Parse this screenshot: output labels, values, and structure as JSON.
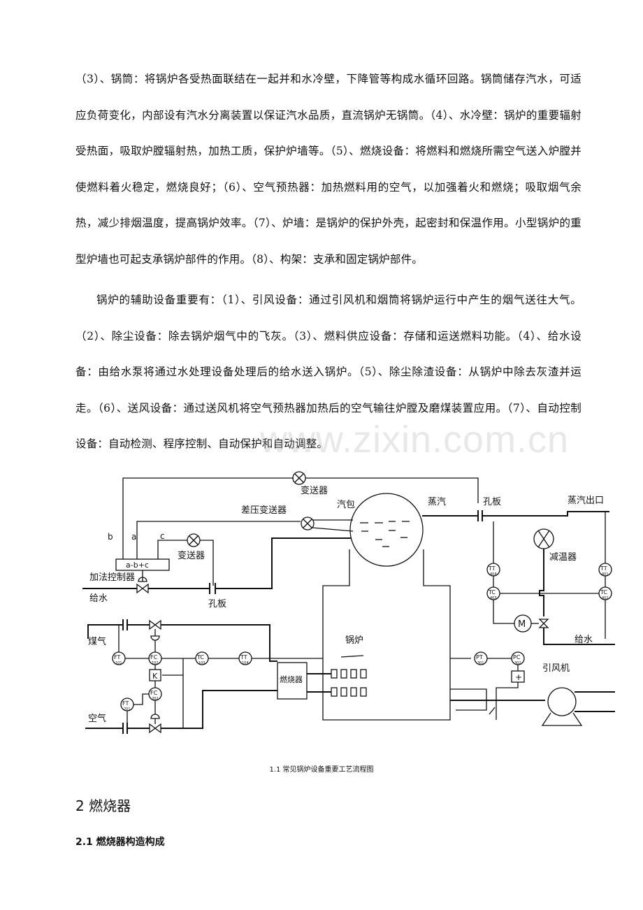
{
  "paragraphs": [
    "（3）、锅筒：将锅炉各受热面联结在一起并和水冷壁，下降管等构成水循环回路。锅筒储存汽水，可适应负荷变化，内部设有汽水分离装置以保证汽水品质，直流锅炉无锅筒。（4）、水冷壁：锅炉的重要辐射受热面，吸取炉膛辐射热，加热工质，保护炉墙等。（5）、燃烧设备：将燃料和燃烧所需空气送入炉膛并使燃料着火稳定，燃烧良好；（6）、空气预热器：加热燃料用的空气，以加强着火和燃烧；吸取烟气余热，减少排烟温度，提高锅炉效率。（7）、炉墙：是锅炉的保护外壳，起密封和保温作用。小型锅炉的重型炉墙也可起支承锅炉部件的作用。（8）、构架：支承和固定锅炉部件。",
    "锅炉的辅助设备重要有：（1）、引风设备：通过引风机和烟筒将锅炉运行中产生的烟气送往大气。（2）、除尘设备：除去锅炉烟气中的飞灰。（3）、燃料供应设备：存储和运送燃料功能。（4）、给水设备：由给水泵将通过水处理设备处理后的给水送入锅炉。（5）、除尘除渣设备：从锅炉中除去灰渣并运走。（6）、送风设备：通过送风机将空气预热器加热后的空气输往炉膛及磨煤装置应用。（7）、自动控制设备：自动检测、程序控制、自动保护和自动调整。"
  ],
  "watermark": "www.zixin.com.cn",
  "diagram": {
    "labels": {
      "transmitter_top": "变送器",
      "diff_pressure": "差压变送器",
      "drum": "汽包",
      "steam": "蒸汽",
      "orifice_top": "孔板",
      "steam_outlet": "蒸汽出口",
      "b": "b",
      "a": "a",
      "c": "c",
      "transmitter_mid": "变送器",
      "adder_formula": "a-b+c",
      "adder": "加法控制器",
      "feedwater_left": "给水",
      "orifice_bottom": "孔板",
      "desuperheater": "减温器",
      "feedwater_right": "给水",
      "gas": "煤气",
      "boiler": "锅炉",
      "burner": "燃烧器",
      "induced_fan": "引风机",
      "air": "空气",
      "k": "K",
      "m": "M",
      "plus": "+"
    },
    "instruments": {
      "tt_404": {
        "tag": "TT",
        "num": "404"
      },
      "tc_403": {
        "tag": "TC",
        "num": "403"
      },
      "tt_401": {
        "tag": "TT",
        "num": "401"
      },
      "tc_402": {
        "tag": "TC",
        "num": "402"
      },
      "ft_101": {
        "tag": "FT",
        "num": "101"
      },
      "fc_102": {
        "tag": "FC",
        "num": "102"
      },
      "tc_103": {
        "tag": "TC",
        "num": "103"
      },
      "tt_104": {
        "tag": "TT",
        "num": "104"
      },
      "fc_202": {
        "tag": "FC",
        "num": "202"
      },
      "ft_201": {
        "tag": "FT",
        "num": "201"
      },
      "pt_301": {
        "tag": "PT",
        "num": "301"
      },
      "pc_302": {
        "tag": "PC",
        "num": "302"
      }
    }
  },
  "caption": "1.1 常见锅炉设备重要工艺流程图",
  "heading2": "2  燃烧器",
  "heading3": "2.1 燃烧器构造构成"
}
